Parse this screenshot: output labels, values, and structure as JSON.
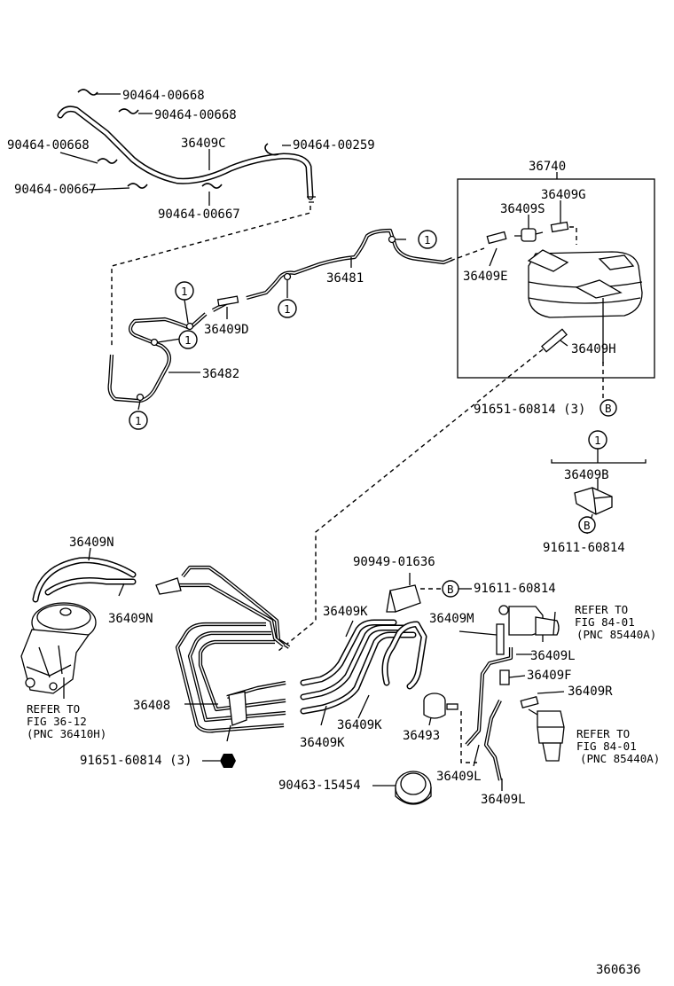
{
  "labels": {
    "clip_upper_a": "90464-00668",
    "clip_upper_b": "90464-00668",
    "clip_left": "90464-00668",
    "clip_lower_left": "90464-00667",
    "clip_lower_mid": "90464-00667",
    "clip_right": "90464-00259",
    "hose_top": "36409C",
    "canister": "36740",
    "hose_g": "36409G",
    "hose_s": "36409S",
    "hose_e": "36409E",
    "hose_h": "36409H",
    "pipe_36481": "36481",
    "hose_d": "36409D",
    "pipe_36482": "36482",
    "bolt_canister": "91651-60814 (3)",
    "clamp_b": "36409B",
    "bolt_clamp": "91611-60814",
    "hose_n_upper": "36409N",
    "hose_n_lower": "36409N",
    "bracket": "90949-01636",
    "bolt_bracket": "91611-60814",
    "hose_k_upper": "36409K",
    "hose_m": "36409M",
    "hose_l_upper": "36409L",
    "hose_f": "36409F",
    "hose_r": "36409R",
    "pipe_36408": "36408",
    "hose_k_mid": "36409K",
    "valve": "36493",
    "hose_k_lower": "36409K",
    "bolt_bottom": "91651-60814 (3)",
    "grommet": "90463-15454",
    "hose_l_mid": "36409L",
    "hose_l_lower": "36409L",
    "figure_id": "360636"
  },
  "refs": {
    "ref_vsv_top": [
      "REFER TO",
      "FIG 84-01",
      "(PNC 85440A)"
    ],
    "ref_vsv_bottom": [
      "REFER TO",
      "FIG 84-01",
      "(PNC 85440A)"
    ],
    "ref_diaphragm": [
      "REFER TO",
      "FIG 36-12",
      "(PNC 36410H)"
    ]
  },
  "callouts": {
    "one": "1",
    "b": "B"
  }
}
